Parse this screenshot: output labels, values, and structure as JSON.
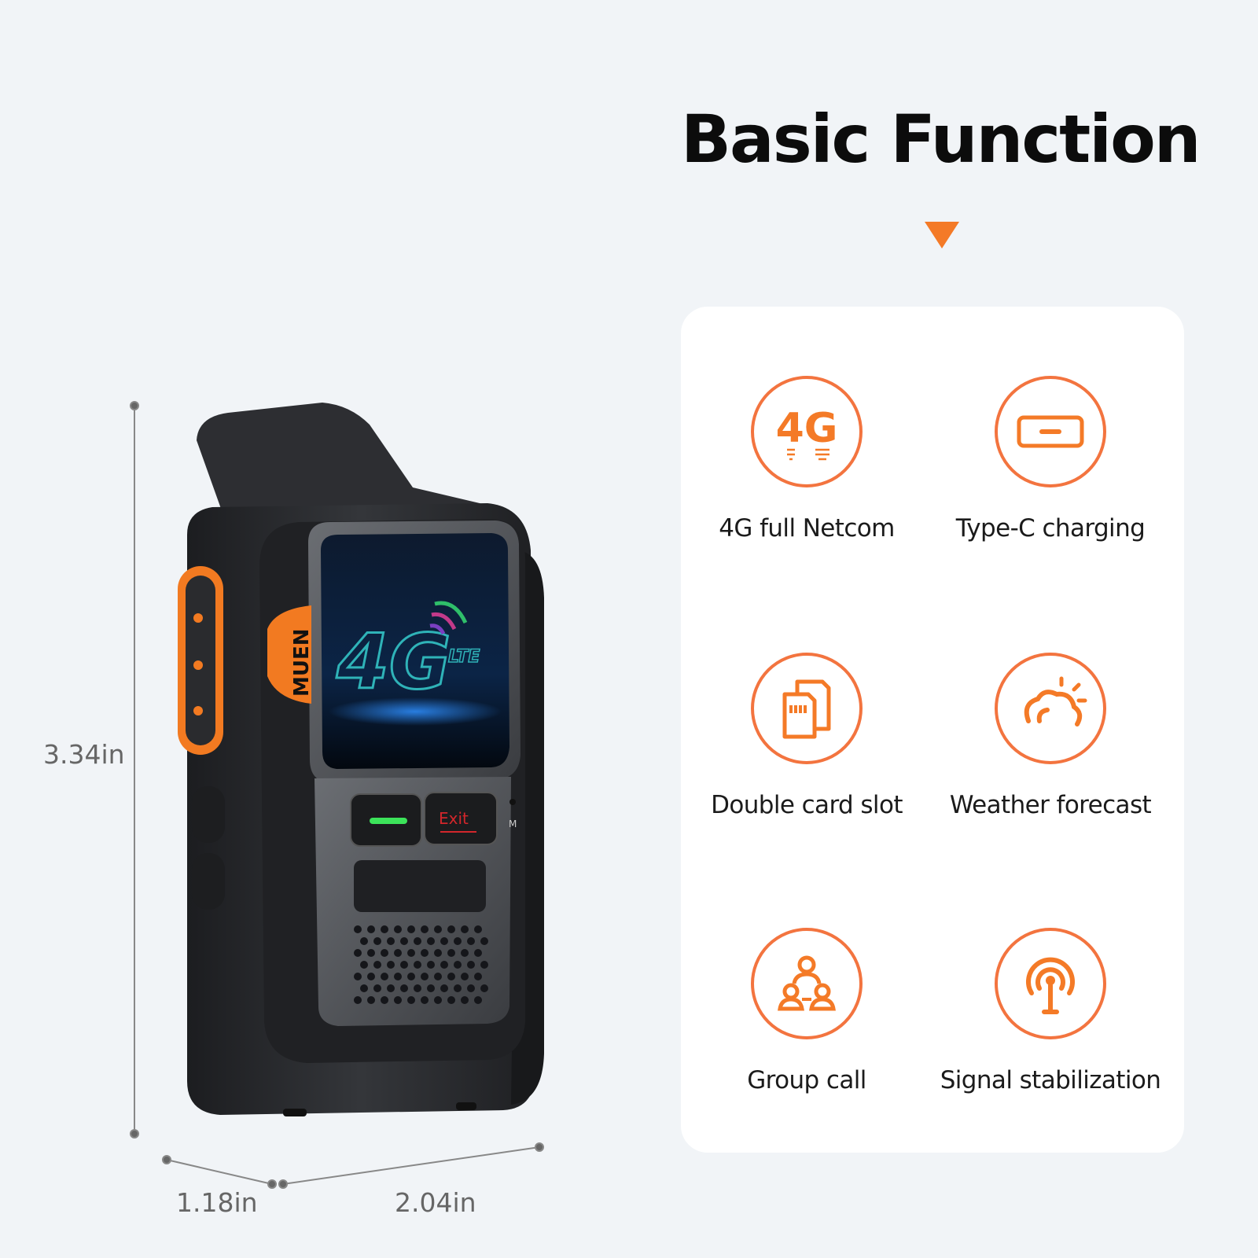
{
  "title": "Basic Function",
  "features": [
    {
      "icon": "4g-icon",
      "icon_text": "4G",
      "label": "4G full Netcom"
    },
    {
      "icon": "type-c-port-icon",
      "label": "Type-C charging"
    },
    {
      "icon": "sim-card-icon",
      "label": "Double card slot"
    },
    {
      "icon": "weather-icon",
      "label": "Weather forecast"
    },
    {
      "icon": "group-icon",
      "label": "Group call"
    },
    {
      "icon": "signal-tower-icon",
      "label": "Signal stabilization"
    }
  ],
  "dimensions": {
    "height": "3.34in",
    "depth": "1.18in",
    "width": "2.04in"
  },
  "device": {
    "brand": "MUEN",
    "screen_text": "4G",
    "screen_subtext": "LTE",
    "exit_label": "Exit",
    "mic_label": "M"
  },
  "colors": {
    "accent": "#f47a27",
    "device_body": "#2a2b2e",
    "background": "#f1f4f7"
  }
}
